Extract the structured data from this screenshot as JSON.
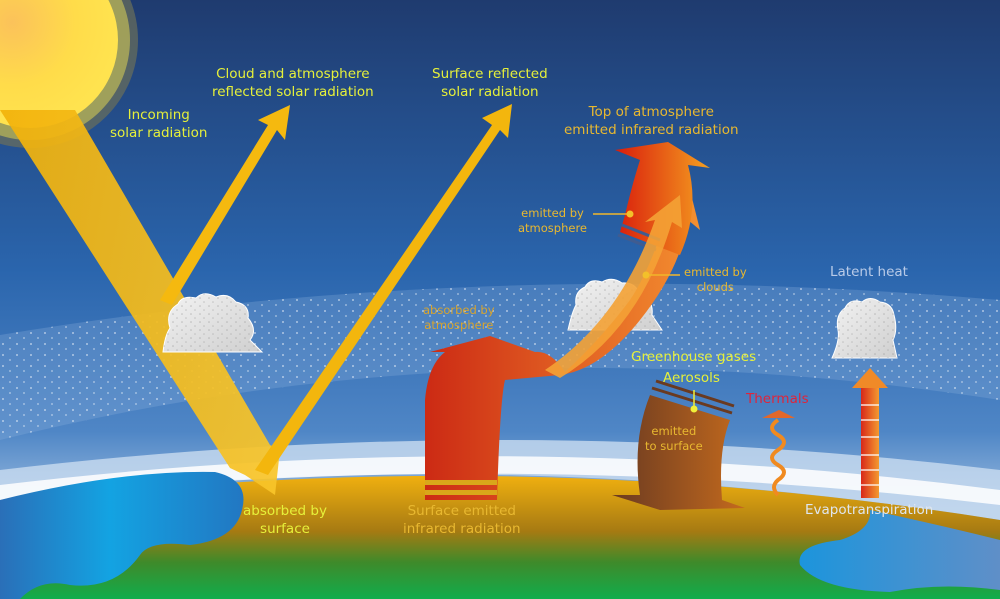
{
  "diagram": {
    "type": "earth-energy-budget",
    "colors": {
      "sky_top": "#1f3d72",
      "sky_mid": "#2a65ad",
      "sky_horizon": "#8fb3dc",
      "sun": "#ffd84a",
      "solar_beam": "#f5b90f",
      "infrared_red": "#d8261a",
      "infrared_orange": "#f08a28",
      "land_ochre": "#e6a712",
      "land_green": "#13a84a",
      "ocean": "#1f8fd6",
      "cloud": "#e6e6e6",
      "label_yellow": "#e6f03a",
      "label_gold": "#e8b830",
      "label_red": "#e0243a",
      "label_pale": "#b9cbe8"
    },
    "labels": {
      "incoming_solar": [
        "Incoming",
        "solar radiation"
      ],
      "cloud_atmosphere_reflected": [
        "Cloud and atmosphere",
        "reflected solar radiation"
      ],
      "surface_reflected": [
        "Surface  reflected",
        "solar radiation"
      ],
      "toa_emitted_ir": [
        "Top of atmosphere",
        "emitted infrared radiation"
      ],
      "emitted_by_atmosphere": [
        "emitted by",
        "atmosphere"
      ],
      "emitted_by_clouds": [
        "emitted by",
        "clouds"
      ],
      "latent_heat": "Latent heat",
      "absorbed_by_atmosphere": [
        "absorbed by",
        "atmosphere"
      ],
      "greenhouse_gases": "Greenhouse gases",
      "aerosols": "Aerosols",
      "thermals": "Thermals",
      "emitted_to_surface": [
        "emitted",
        "to surface"
      ],
      "absorbed_by_surface": [
        "absorbed by",
        "surface"
      ],
      "surface_emitted_ir": [
        "Surface emitted",
        "infrared radiation"
      ],
      "evapotranspiration": "Evapotranspiration"
    }
  }
}
